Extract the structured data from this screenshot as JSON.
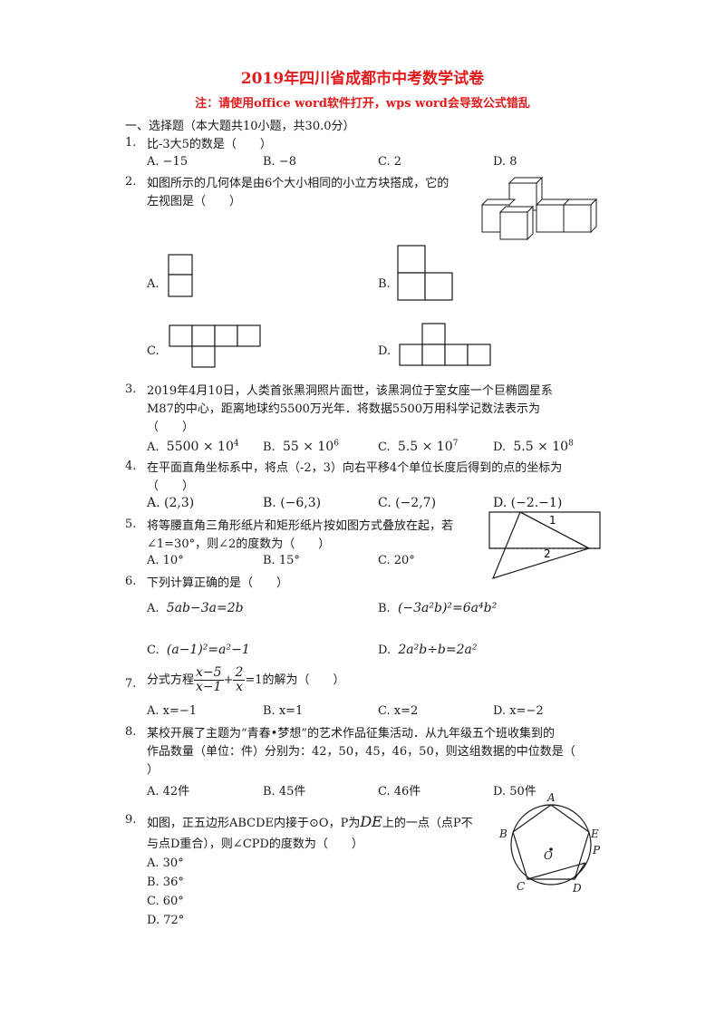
{
  "title": "2019年四川省成都市中考数学试卷",
  "note": "注：请使用office word软件打开，wps word会导致公式错乱",
  "section1": "一、选择题（本大题共10小题，共30.0分）",
  "questions": [
    {
      "num": "1.",
      "stem": "比-3大5的数是（　　）",
      "options": [
        "A.  −15",
        "B.  −8",
        "C.  2",
        "D.  8"
      ]
    },
    {
      "num": "2.",
      "stem_line1": "如图所示的几何体是由6个大小相同的小立方块搭成，它的",
      "stem_line2": "左视图是（　　）",
      "options": [
        "A.",
        "B.",
        "C.",
        "D."
      ]
    },
    {
      "num": "3.",
      "stem_line1": "2019年4月10日，人类首张黑洞照片面世，该黑洞位于室女座一个巨椭圆星系",
      "stem_line2": "M87的中心，距离地球约5500万光年．将数据5500万用科学记数法表示为",
      "stem_line3": "（　　）",
      "options": [
        {
          "label": "A.",
          "base": "5500 × 10",
          "exp": "4"
        },
        {
          "label": "B.",
          "base": "55 × 10",
          "exp": "6"
        },
        {
          "label": "C.",
          "base": "5.5 × 10",
          "exp": "7"
        },
        {
          "label": "D.",
          "base": "5.5 × 10",
          "exp": "8"
        }
      ]
    },
    {
      "num": "4.",
      "stem_line1": "在平面直角坐标系中，将点（-2，3）向右平移4个单位长度后得到的点的坐标为",
      "stem_line2": "（　　）",
      "options": [
        "A.  (2,3)",
        "B.  (−6,3)",
        "C.  (−2,7)",
        "D.  (−2.−1)"
      ]
    },
    {
      "num": "5.",
      "stem_line1": "将等腰直角三角形纸片和矩形纸片按如图方式叠放在起，若",
      "stem_line2": "∠1=30°，则∠2的度数为（　　）",
      "options": [
        "A.  10°",
        "B.  15°",
        "C.  20°"
      ],
      "fig_labels": [
        "1",
        "2"
      ]
    },
    {
      "num": "6.",
      "stem": "下列计算正确的是（　　）",
      "options": [
        {
          "label": "A.",
          "text": "5ab−3a=2b"
        },
        {
          "label": "B.",
          "text": "(−3a²b)²=6a⁴b²"
        },
        {
          "label": "C.",
          "text": "(a−1)²=a²−1"
        },
        {
          "label": "D.",
          "text": "2a²b÷b=2a²"
        }
      ]
    },
    {
      "num": "7.",
      "stem_pre": "分式方程",
      "frac1_top": "x−5",
      "frac1_bot": "x−1",
      "plus": "+",
      "frac2_top": "2",
      "frac2_bot": "x",
      "stem_post": "=1的解为（　　）",
      "options": [
        "A.  x=−1",
        "B.  x=1",
        "C.  x=2",
        "D.  x=−2"
      ]
    },
    {
      "num": "8.",
      "stem_line1": "某校开展了主题为“青春•梦想”的艺术作品征集活动．从九年级五个班收集到的",
      "stem_line2": "作品数量（单位：件）分别为：42，50，45，46，50，则这组数据的中位数是（",
      "stem_line3": "）",
      "options": [
        "A.  42件",
        "B.  45件",
        "C.  46件",
        "D.  50件"
      ]
    },
    {
      "num": "9.",
      "stem_line1a": "如图，正五边形ABCDE内接于⊙O，P为",
      "arc": "DE",
      "stem_line1b": "上的一点（点P不",
      "stem_line2": "与点D重合），则∠CPD的度数为（　　）",
      "options": [
        "A.  30°",
        "B.  36°",
        "C.  60°",
        "D.  72°"
      ],
      "fig_labels": [
        "A",
        "B",
        "E",
        "P",
        "O",
        "C",
        "D"
      ]
    }
  ]
}
